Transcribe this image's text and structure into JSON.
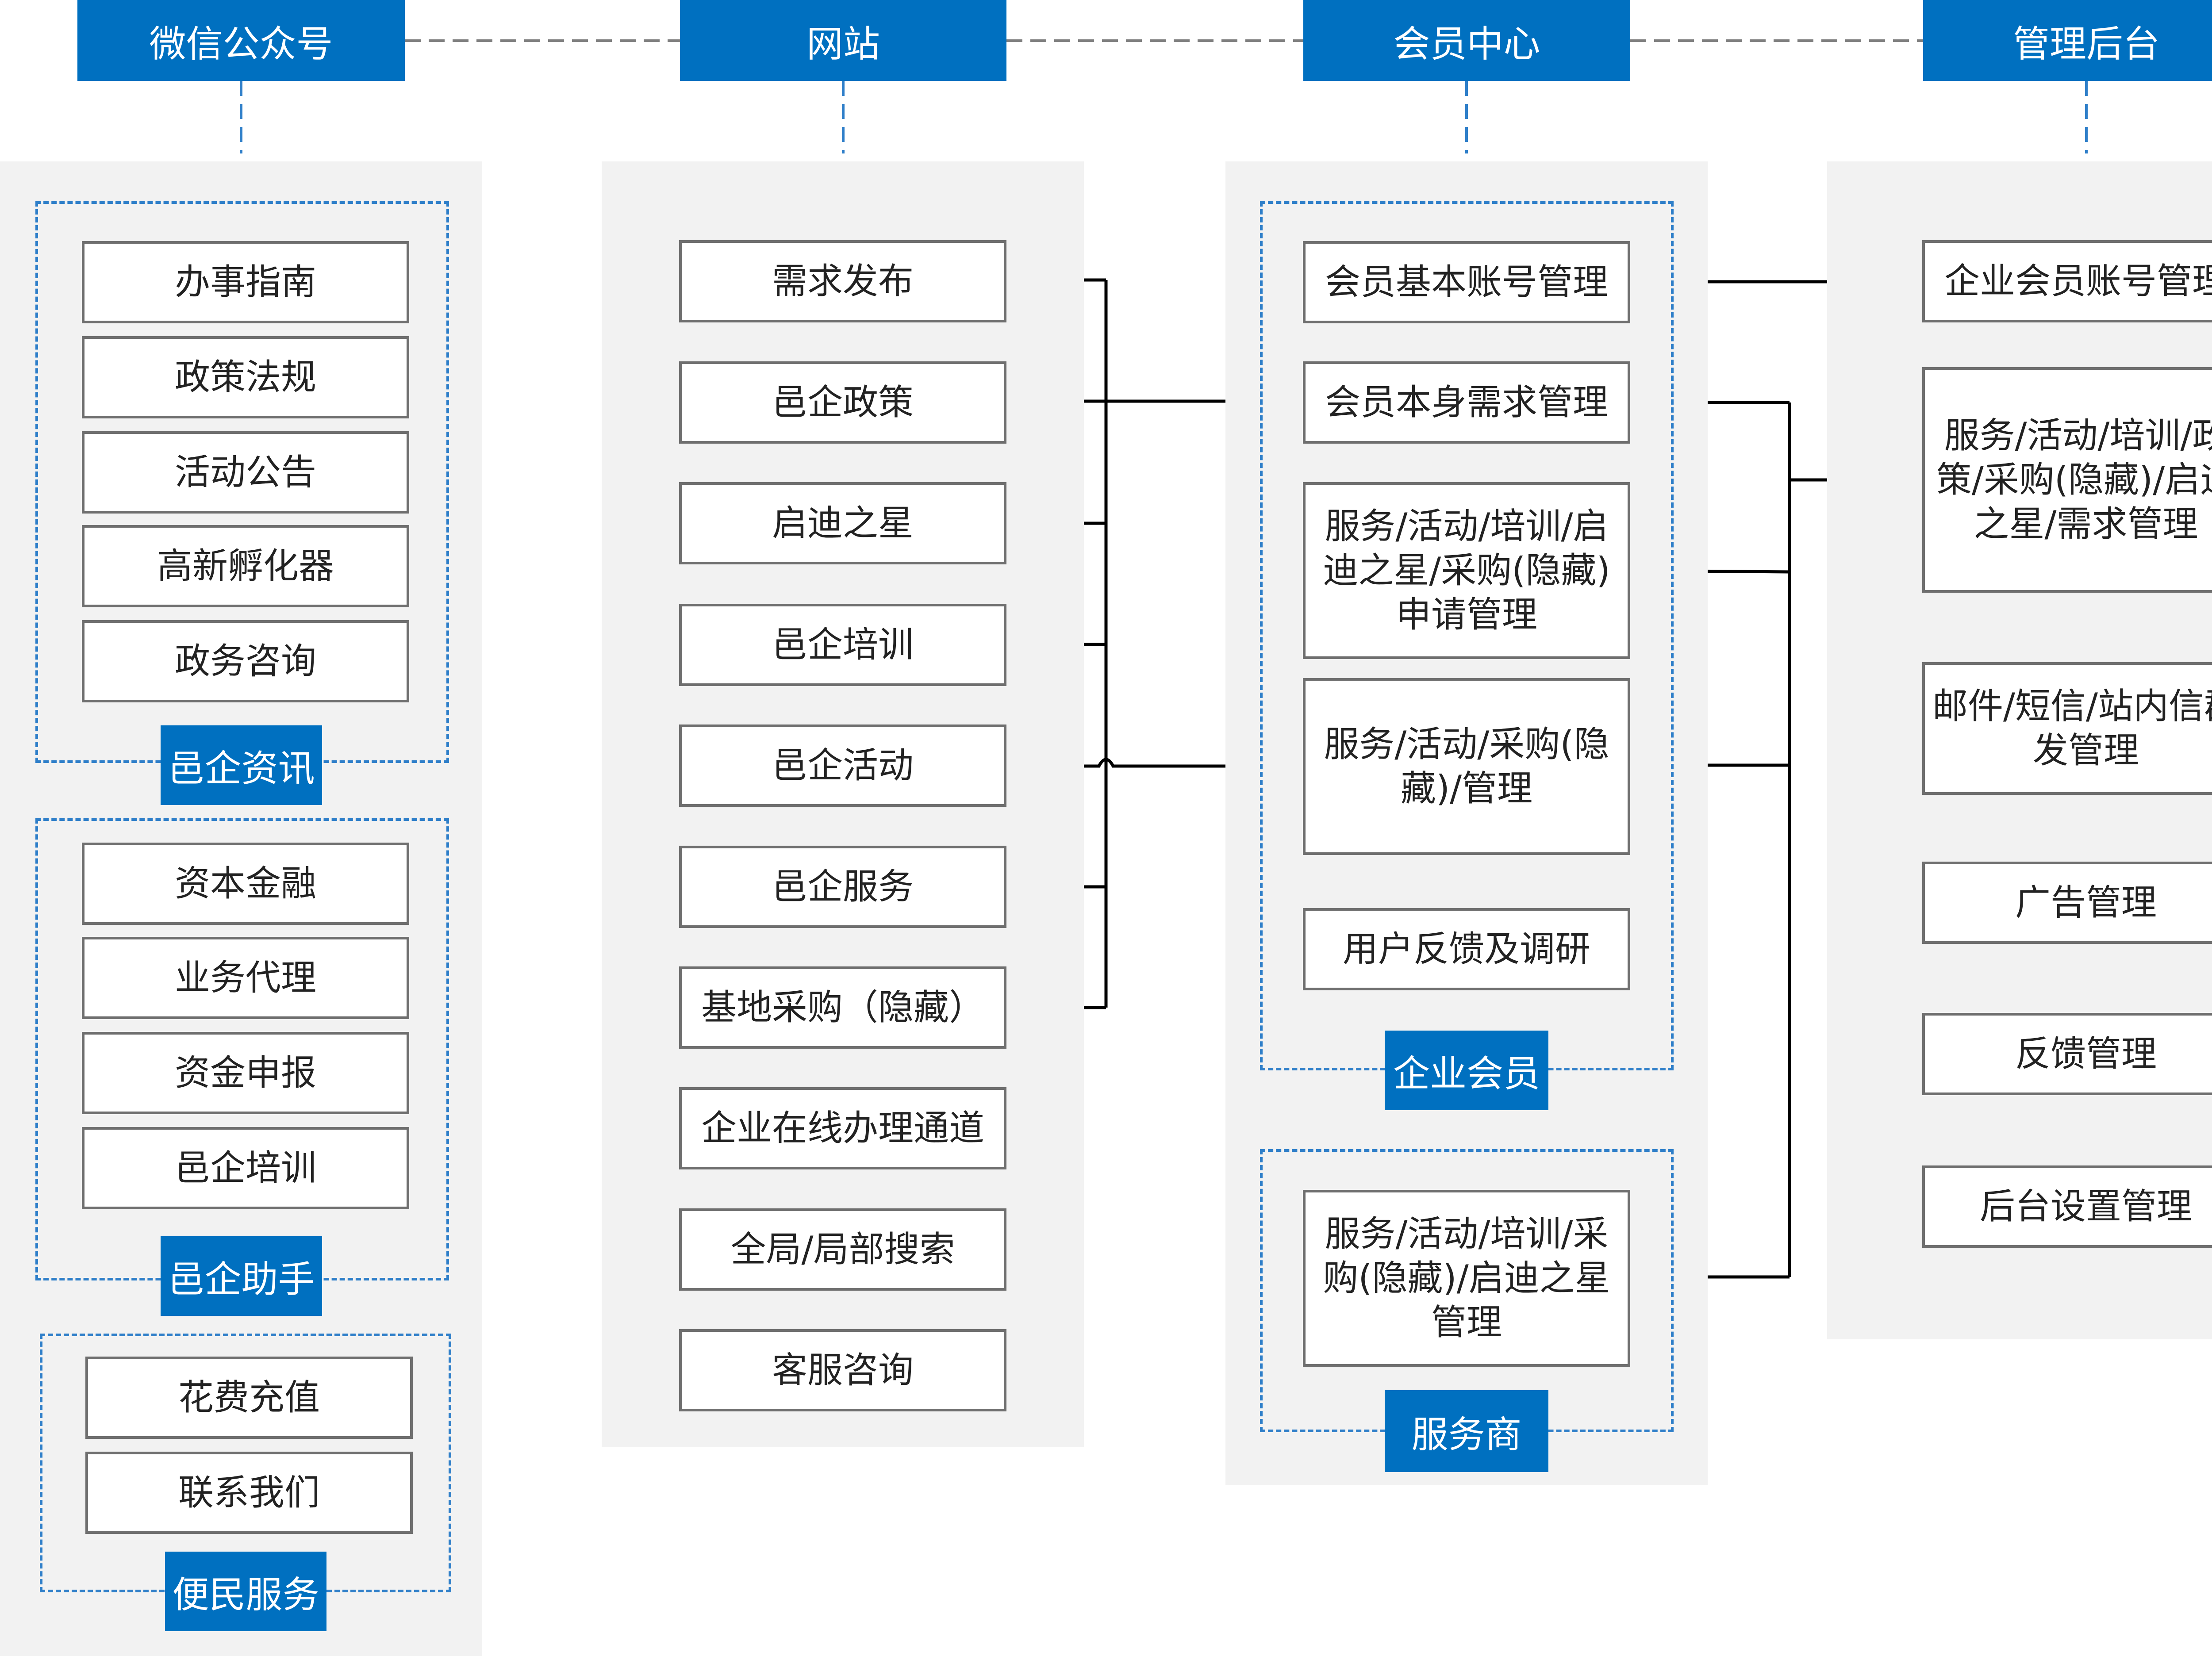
{
  "colors": {
    "accent": "#0070c0",
    "panel": "#f2f2f2",
    "box_border": "#6f6f6f",
    "line": "#000000",
    "dash": "#2f7fc9"
  },
  "columns": [
    {
      "header": "微信公众号",
      "groups": [
        {
          "label": "邑企资讯",
          "items": [
            "办事指南",
            "政策法规",
            "活动公告",
            "高新孵化器",
            "政务咨询"
          ]
        },
        {
          "label": "邑企助手",
          "items": [
            "资本金融",
            "业务代理",
            "资金申报",
            "邑企培训"
          ]
        },
        {
          "label": "便民服务",
          "items": [
            "花费充值",
            "联系我们"
          ]
        }
      ]
    },
    {
      "header": "网站",
      "items": [
        "需求发布",
        "邑企政策",
        "启迪之星",
        "邑企培训",
        "邑企活动",
        "邑企服务",
        "基地采购（隐藏）",
        "企业在线办理通道",
        "全局/局部搜索",
        "客服咨询"
      ]
    },
    {
      "header": "会员中心",
      "groups": [
        {
          "label": "企业会员",
          "items": [
            "会员基本账号管理",
            "会员本身需求管理",
            "服务/活动/培训/启迪之星/采购(隐藏)申请管理",
            "服务/活动/采购(隐藏)/管理",
            "用户反馈及调研"
          ]
        },
        {
          "label": "服务商",
          "items": [
            "服务/活动/培训/采购(隐藏)/启迪之星管理"
          ]
        }
      ]
    },
    {
      "header": "管理后台",
      "items": [
        "企业会员账号管理",
        "服务/活动/培训/政策/采购(隐藏)/启迪之星/需求管理",
        "邮件/短信/站内信群发管理",
        "广告管理",
        "反馈管理",
        "后台设置管理"
      ]
    }
  ]
}
